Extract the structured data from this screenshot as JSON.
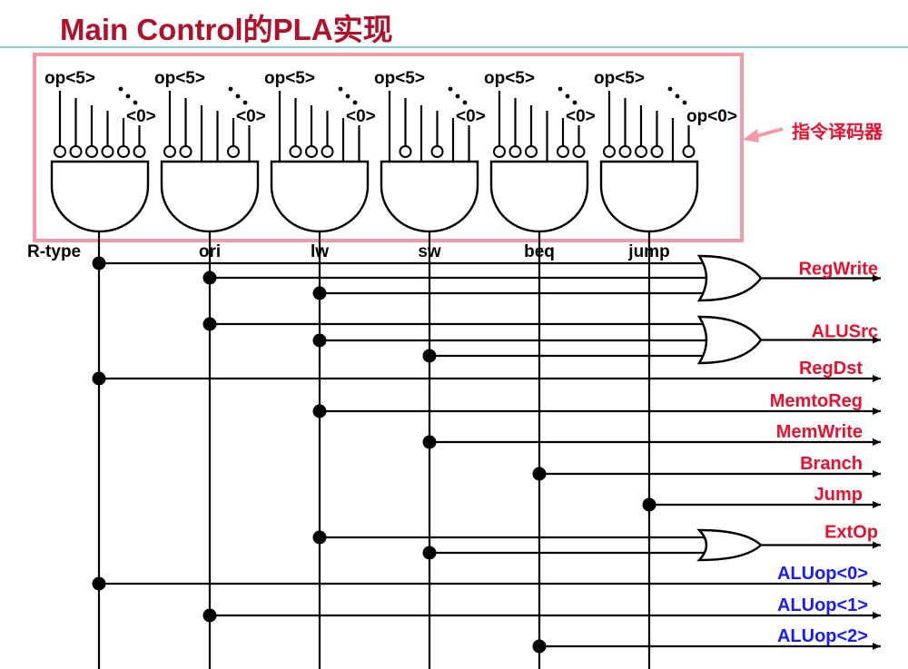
{
  "title": "Main Control的PLA实现",
  "annotation": "指令译码器",
  "colors": {
    "title": "#b0102a",
    "red": "#e8112d",
    "blue": "#1a1aff",
    "box": "#f29aa8",
    "rule": "#6fb8b3"
  },
  "decoders": [
    {
      "name": "R-type",
      "high_label": "op<5>",
      "low_label": "<0>",
      "inverted": [
        true,
        true,
        true,
        true,
        true,
        true
      ]
    },
    {
      "name": "ori",
      "high_label": "op<5>",
      "low_label": "<0>",
      "inverted": [
        true,
        true,
        false,
        false,
        true,
        false
      ]
    },
    {
      "name": "lw",
      "high_label": "op<5>",
      "low_label": "<0>",
      "inverted": [
        false,
        true,
        true,
        true,
        false,
        false
      ]
    },
    {
      "name": "sw",
      "high_label": "op<5>",
      "low_label": "<0>",
      "inverted": [
        false,
        true,
        false,
        true,
        false,
        false
      ]
    },
    {
      "name": "beq",
      "high_label": "op<5>",
      "low_label": "<0>",
      "inverted": [
        true,
        true,
        true,
        false,
        true,
        true
      ]
    },
    {
      "name": "jump",
      "high_label": "op<5>",
      "low_label": "op<0>",
      "inverted": [
        true,
        true,
        true,
        true,
        false,
        true
      ]
    }
  ],
  "outputs": [
    {
      "name": "RegWrite",
      "color": "red",
      "sources": [
        "R-type",
        "ori",
        "lw"
      ],
      "or_gate": true
    },
    {
      "name": "ALUSrc",
      "color": "red",
      "sources": [
        "ori",
        "lw",
        "sw"
      ],
      "or_gate": true
    },
    {
      "name": "RegDst",
      "color": "red",
      "sources": [
        "R-type"
      ],
      "or_gate": false
    },
    {
      "name": "MemtoReg",
      "color": "red",
      "sources": [
        "lw"
      ],
      "or_gate": false
    },
    {
      "name": "MemWrite",
      "color": "red",
      "sources": [
        "sw"
      ],
      "or_gate": false
    },
    {
      "name": "Branch",
      "color": "red",
      "sources": [
        "beq"
      ],
      "or_gate": false
    },
    {
      "name": "Jump",
      "color": "red",
      "sources": [
        "jump"
      ],
      "or_gate": false
    },
    {
      "name": "ExtOp",
      "color": "red",
      "sources": [
        "lw",
        "sw"
      ],
      "or_gate": true
    },
    {
      "name": "ALUop<0>",
      "color": "blue",
      "sources": [
        "R-type"
      ],
      "or_gate": false
    },
    {
      "name": "ALUop<1>",
      "color": "blue",
      "sources": [
        "ori"
      ],
      "or_gate": false
    },
    {
      "name": "ALUop<2>",
      "color": "blue",
      "sources": [
        "beq"
      ],
      "or_gate": false
    }
  ]
}
